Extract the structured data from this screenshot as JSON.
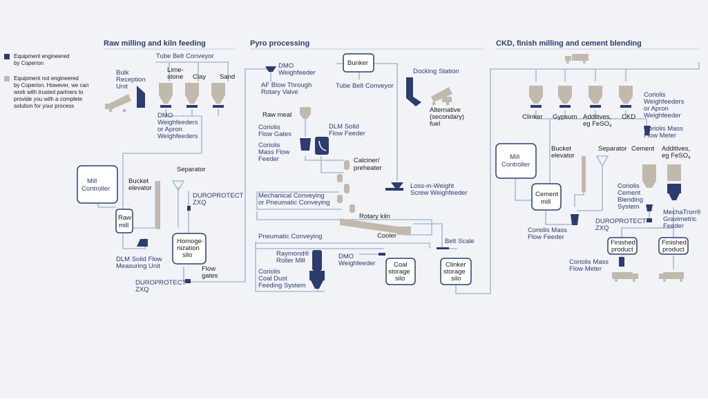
{
  "legend": {
    "engineered": "Equipment engineered by Coperion",
    "not_engineered": "Equipment not engineered by Coperion. However, we can work with trusted partners to provide you with a complete solution for your process"
  },
  "sections": {
    "raw": "Raw milling and kiln feeding",
    "pyro": "Pyro processing",
    "ckd": "CKD, finish milling and cement blending"
  },
  "labels": {
    "tube_belt_conveyor_1": "Tube Belt Conveyor",
    "bulk_reception": "Bulk Reception Unit",
    "limestone": "Lime- stone",
    "clay": "Clay",
    "sand": "Sand",
    "dmo_weighfeeders_apron": "DMO Weighfeeders or Apron Weighfeeders",
    "mill_controller_1": "Mill Controller",
    "bucket_elevator_1": "Bucket elevator",
    "separator_1": "Separator",
    "duroprotect_1": "DUROPROTECT ZXQ",
    "raw_mill": "Raw mill",
    "homogenization_silo": "Homoge- nization silo",
    "dlm_measuring": "DLM Solid Flow Measuring Unit",
    "flow_gates": "Flow gates",
    "duroprotect_2": "DUROPROTECT ZXQ",
    "dmo_weighfeeder_1": "DMO Weighfeeder",
    "af_blow": "AF Blow Through Rotary Valve",
    "bunker": "Bunker",
    "tube_belt_conveyor_2": "Tube Belt Conveyor",
    "docking_station": "Docking Station",
    "alternative_fuel": "Alternative (secondary) fuel",
    "raw_meal": "Raw meal",
    "coriolis_flow_gates": "Coriolis Flow Gates",
    "coriolis_mass_flow_feeder_1": "Coriolis Mass Flow Feeder",
    "dlm_solid_flow_feeder": "DLM Solid Flow Feeder",
    "calciner": "Calciner/ preheater",
    "loss_in_weight": "Loss-in-Weight Screw Weighfeeder",
    "mechanical_conveying": "Mechanical Conveying or Pneumatic Conveying",
    "rotary_kiln": "Rotary kiln",
    "cooler": "Cooler",
    "pneumatic_conveying": "Pneumatic Conveying",
    "belt_scale": "Belt Scale",
    "raymond_mill": "Raymond® Roller Mill",
    "coriolis_coal": "Coriolis Coal Dust Feeding System",
    "dmo_weighfeeder_2": "DMO Weighfeeder",
    "coal_silo": "Coal storage silo",
    "clinker_silo": "Clinker storage silo",
    "clinker": "Clinker",
    "gypsum": "Gypsum",
    "additives_1": "Additives, eg FeSO4",
    "ckd": "CKD",
    "coriolis_weighfeeders_apron": "Coriolis Weighfeeders or Apron Weighfeeders",
    "coriolis_mass_flow_meter_1": "Coriolis Mass Flow Meter",
    "mill_controller_2": "Mill Controller",
    "bucket_elevator_2": "Bucket elevator",
    "separator_2": "Separator",
    "cement": "Cement",
    "additives_2": "Additives, eg FeSO4",
    "cement_mill": "Cement mill",
    "coriolis_blending": "Coriolis Cement Blending System",
    "mechatron": "MechaTron® Gravimetric Feeder",
    "coriolis_mass_flow_feeder_2": "Coriolis Mass Flow Feeder",
    "duroprotect_3": "DUROPROTECT ZXQ",
    "finished_product_1": "Finished product",
    "finished_product_2": "Finished product",
    "coriolis_mass_flow_meter_2": "Coriolis Mass Flow Meter"
  },
  "colors": {
    "navy": "#2d3c6e",
    "tan": "#c2b9ad",
    "pipe": "#a9bcd2",
    "background": "#f1f3f7"
  }
}
